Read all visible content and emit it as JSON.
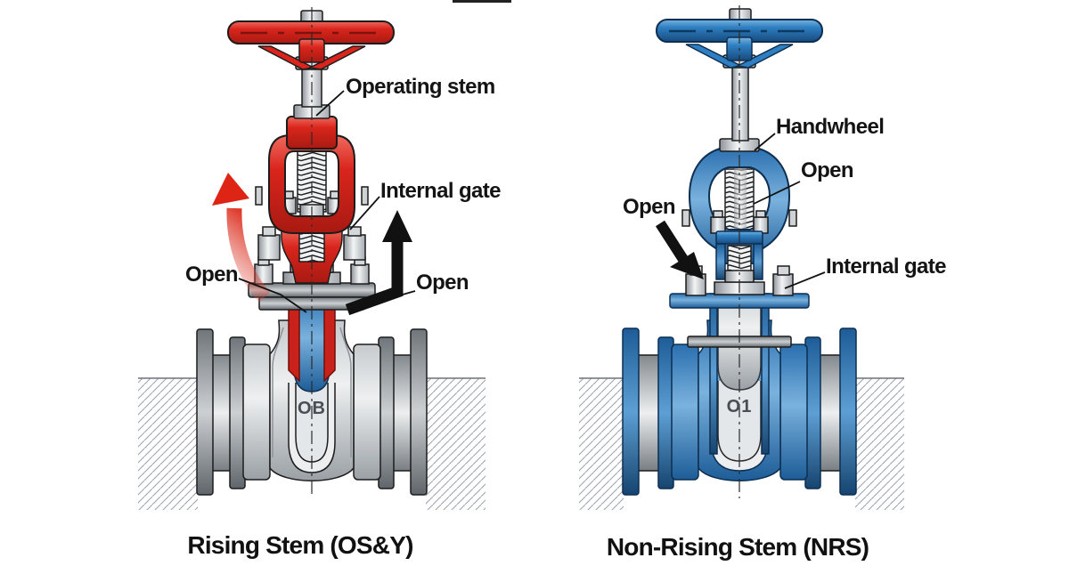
{
  "diagram": {
    "title_hint": "Gate valve stem types comparison",
    "colors": {
      "rising_accent": "#d9251c",
      "non_rising_accent": "#2e7fc2",
      "metal_gray": "#c9cdd0",
      "outline": "#1c1c1c"
    },
    "left": {
      "caption": "Rising Stem (OS&Y)",
      "body_mark": "OB",
      "labels": {
        "operating_stem": "Operating stem",
        "internal_gate": "Internal gate",
        "open_left": "Open",
        "open_right": "Open"
      }
    },
    "right": {
      "caption": "Non-Rising Stem (NRS)",
      "body_mark": "O1",
      "labels": {
        "handwheel": "Handwheel",
        "open_upper": "Open",
        "open_left": "Open",
        "internal_gate": "Internal gate"
      }
    }
  }
}
